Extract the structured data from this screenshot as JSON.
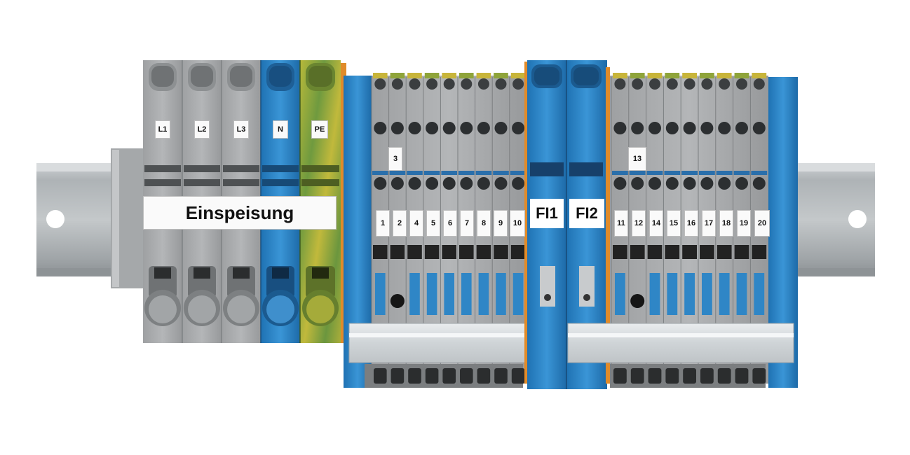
{
  "feed_block": {
    "terminal_labels": [
      "L1",
      "L2",
      "L3",
      "N",
      "PE"
    ],
    "marker": "Einspeisung"
  },
  "group_a": {
    "separator_label": "3",
    "terminal_numbers": [
      "1",
      "2",
      "4",
      "5",
      "6",
      "7",
      "8",
      "9",
      "10"
    ]
  },
  "rcd_modules": {
    "labels": [
      "FI1",
      "FI2"
    ]
  },
  "group_b": {
    "separator_label": "13",
    "terminal_numbers": [
      "11",
      "12",
      "14",
      "15",
      "16",
      "17",
      "18",
      "19",
      "20"
    ]
  },
  "colors": {
    "grey_housing": "#a9abad",
    "blue_housing": "#2f86c6",
    "green_yellow": "#8fa43a",
    "din_rail": "#b7bcbe"
  }
}
